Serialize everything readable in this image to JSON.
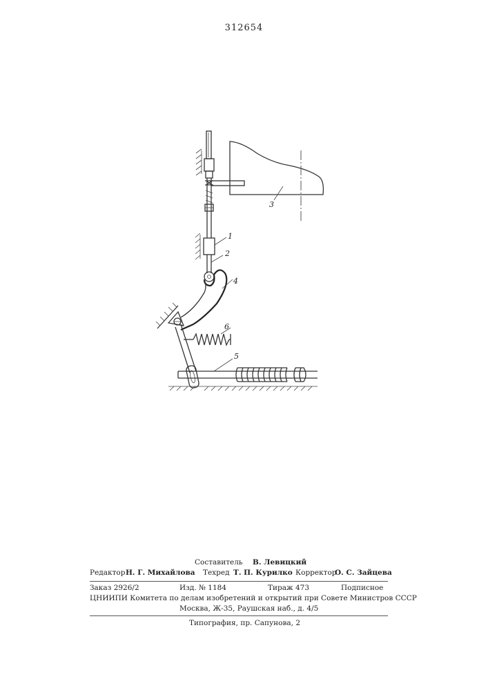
{
  "document": {
    "patent_number": "312654"
  },
  "figure": {
    "labels": {
      "part_1": "1",
      "part_2": "2",
      "part_3": "3",
      "part_4": "4",
      "part_5": "5",
      "part_6": "6"
    }
  },
  "credits": {
    "compiler_role": "Составитель",
    "compiler_name": "В. Левицкий",
    "editor_role": "Редактор",
    "editor_name": "Н. Г. Михайлова",
    "techred_role": "Техред",
    "techred_name": "Т. П. Курилко",
    "corrector_role": "Корректор",
    "corrector_name": "О. С. Зайцева",
    "order": "Заказ 2926/2",
    "edition": "Изд. № 1184",
    "circulation": "Тираж 473",
    "subscription": "Подписное",
    "institute_line": "ЦНИИПИ Комитета по делам изобретений и открытий при Совете Министров СССР",
    "address_line": "Москва, Ж-35, Раушская наб., д. 4/5",
    "printer_line": "Типография, пр. Сапунова, 2"
  }
}
